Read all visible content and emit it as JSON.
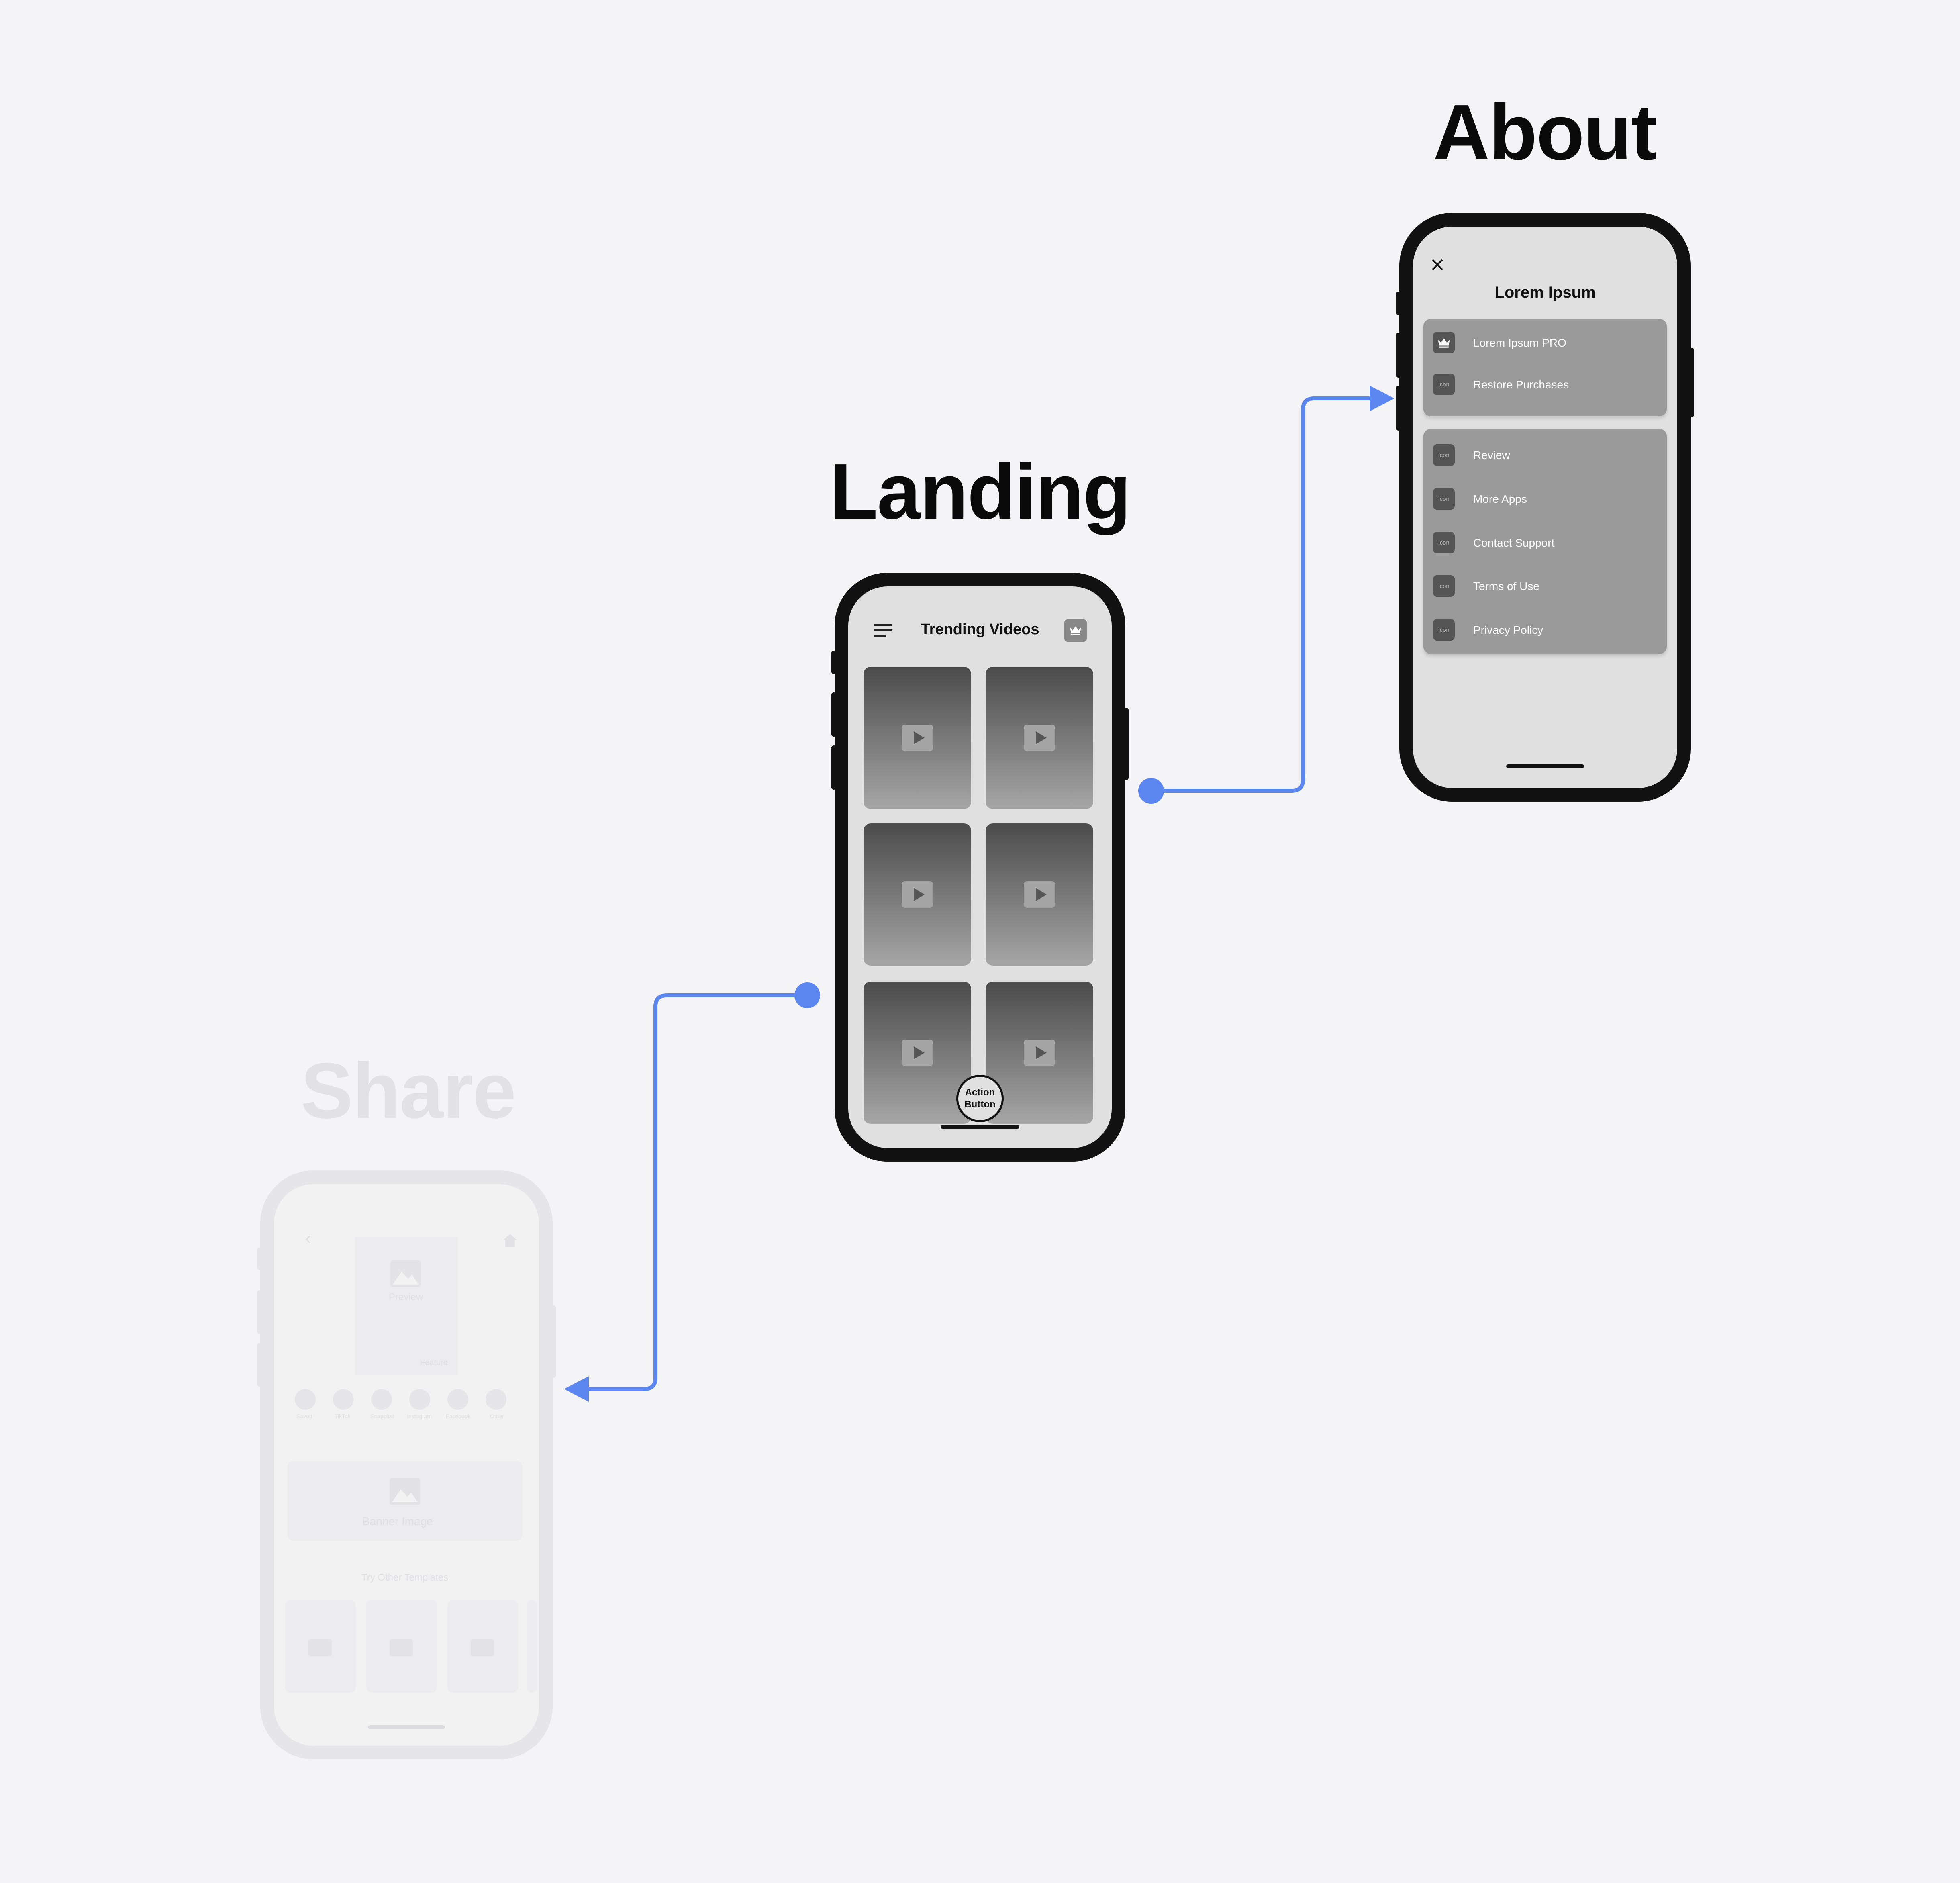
{
  "screens": {
    "share": {
      "title": "Share"
    },
    "landing": {
      "title": "Landing"
    },
    "about": {
      "title": "About"
    }
  },
  "landing": {
    "header_title": "Trending Videos",
    "menu_icon": "hamburger-menu-icon",
    "pro_icon": "crown-icon",
    "video_count": 6,
    "action_button": {
      "line1": "Action",
      "line2": "Button"
    }
  },
  "about": {
    "header_title": "Lorem Ipsum",
    "close_icon": "close-icon",
    "group1": [
      {
        "icon": "crown-icon",
        "label": "Lorem Ipsum PRO"
      },
      {
        "icon": "icon",
        "label": "Restore Purchases"
      }
    ],
    "group2": [
      {
        "icon": "icon",
        "label": "Review"
      },
      {
        "icon": "icon",
        "label": "More Apps"
      },
      {
        "icon": "icon",
        "label": "Contact Support"
      },
      {
        "icon": "icon",
        "label": "Terms of Use"
      },
      {
        "icon": "icon",
        "label": "Privacy Policy"
      }
    ]
  },
  "share": {
    "preview_label": "Preview",
    "caption": "Feature",
    "share_targets": [
      "Saved",
      "TikTok",
      "Snapchat",
      "Instagram",
      "Facebook",
      "Other"
    ],
    "banner_label": "Banner Image",
    "templates_label": "Try Other Templates"
  },
  "colors": {
    "connector": "#5b86ef",
    "frame": "#121212",
    "screen": "#e0e0e0",
    "card": "#9a9a9a",
    "background": "#f4f4f6"
  }
}
